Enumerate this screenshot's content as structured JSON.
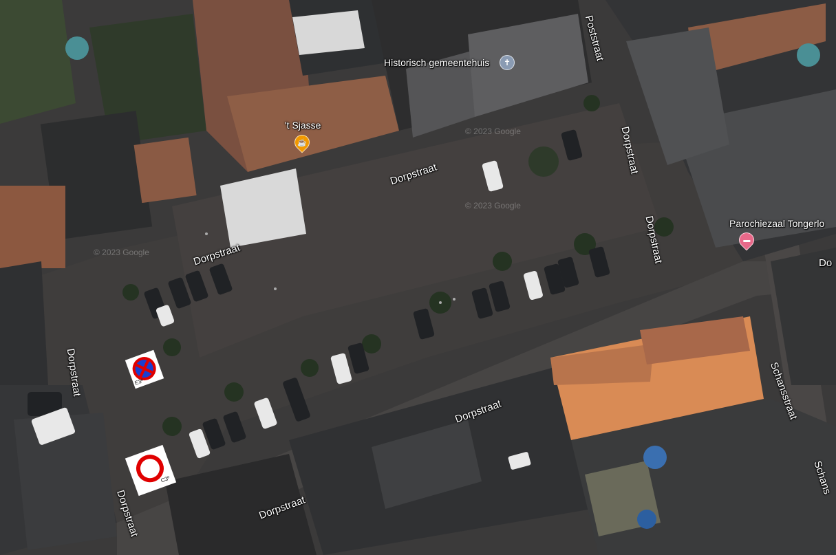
{
  "map": {
    "view": "satellite",
    "street_labels": [
      {
        "id": "poststraat",
        "text": "Poststraat"
      },
      {
        "id": "dorpstraat-top",
        "text": "Dorpstraat"
      },
      {
        "id": "dorpstraat-right-1",
        "text": "Dorpstraat"
      },
      {
        "id": "dorpstraat-right-2",
        "text": "Dorpstraat"
      },
      {
        "id": "dorpstraat-mid-left",
        "text": "Dorpstraat"
      },
      {
        "id": "dorpstraat-left-vertical",
        "text": "Dorpstraat"
      },
      {
        "id": "dorpstraat-bottom-left",
        "text": "Dorpstraat"
      },
      {
        "id": "dorpstraat-bottom",
        "text": "Dorpstraat"
      },
      {
        "id": "dorpstraat-center-bottom",
        "text": "Dorpstraat"
      },
      {
        "id": "schansstraat-1",
        "text": "Schansstraat"
      },
      {
        "id": "schansstraat-2",
        "text": "Schans"
      },
      {
        "id": "do-edge",
        "text": "Do"
      }
    ],
    "pois": [
      {
        "id": "gemeentehuis",
        "name": "Historisch gemeentehuis",
        "icon": "church-icon",
        "color": "#8a9bb3"
      },
      {
        "id": "sjasse",
        "name": "'t Sjasse",
        "icon": "cup-icon",
        "color": "#f29900"
      },
      {
        "id": "parochiezaal",
        "name": "Parochiezaal Tongerlo",
        "icon": "bed-icon",
        "color": "#e8698a"
      }
    ],
    "traffic_signs": [
      {
        "id": "e3",
        "code": "E3º",
        "type": "no-stopping-icon",
        "color": "#1a3fd0"
      },
      {
        "id": "c3",
        "code": "C3º",
        "type": "no-entry-icon",
        "color": "#e00000"
      }
    ],
    "watermarks": [
      "© 2023 Google",
      "© 2023 Google",
      "© 2023 Google"
    ]
  }
}
